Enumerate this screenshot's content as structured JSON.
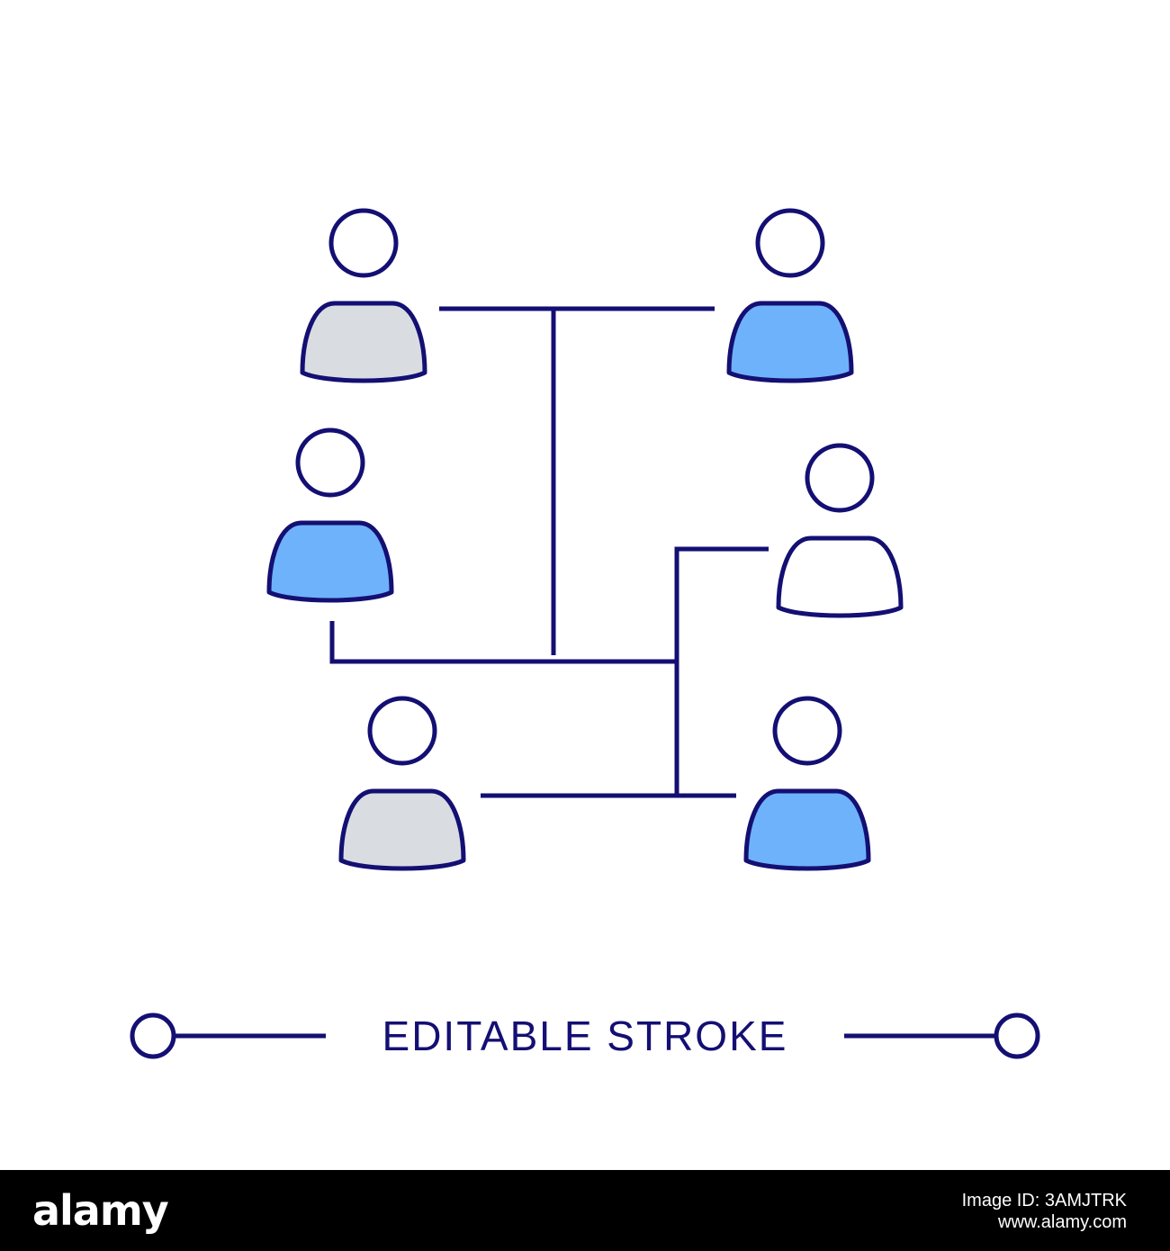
{
  "colors": {
    "stroke": "#140f73",
    "fill_gray": "#d9dde2",
    "fill_blue": "#6eb2fb",
    "fill_white": "#ffffff",
    "background": "#ffffff",
    "footer_background": "#000000"
  },
  "people": [
    {
      "id": "top-left",
      "fill": "gray",
      "icon": "person-icon"
    },
    {
      "id": "top-right",
      "fill": "blue",
      "icon": "person-icon"
    },
    {
      "id": "middle-left",
      "fill": "blue",
      "icon": "person-icon"
    },
    {
      "id": "middle-right",
      "fill": "white",
      "icon": "person-icon"
    },
    {
      "id": "bottom-left",
      "fill": "gray",
      "icon": "person-icon"
    },
    {
      "id": "bottom-right",
      "fill": "blue",
      "icon": "person-icon"
    }
  ],
  "caption": {
    "text": "EDITABLE STROKE"
  },
  "footer": {
    "logo": "alamy",
    "image_id": "Image ID: 3AMJTRK",
    "site": "www.alamy.com"
  }
}
